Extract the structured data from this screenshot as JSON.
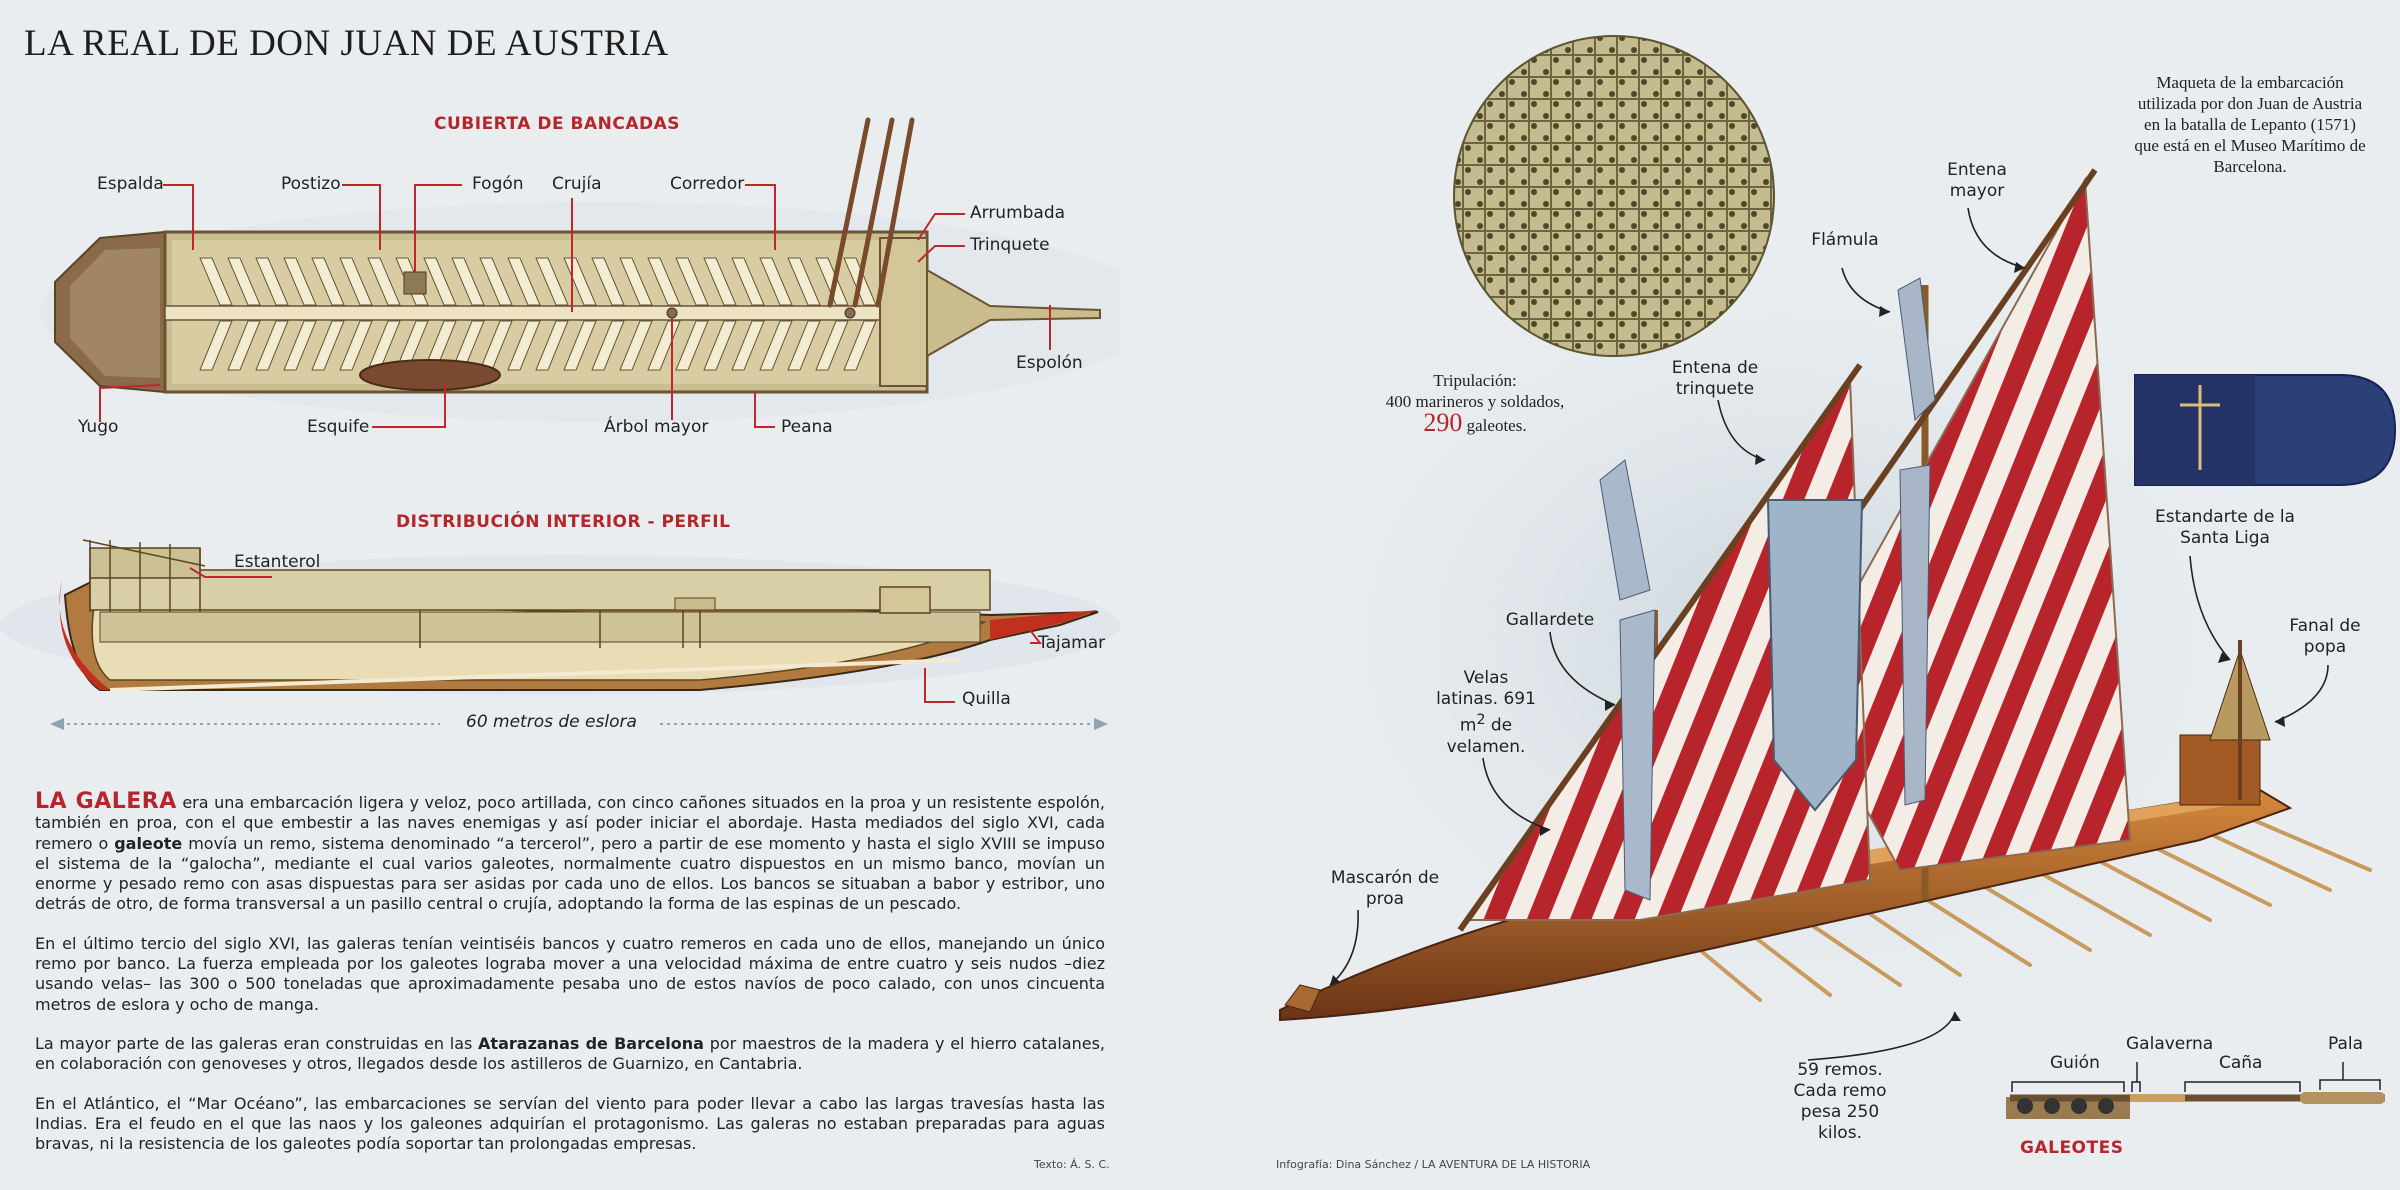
{
  "title": "LA REAL DE DON JUAN DE AUSTRIA",
  "deck": {
    "title": "CUBIERTA DE BANCADAS",
    "labels": {
      "espalda": "Espalda",
      "postizo": "Postizo",
      "fogon": "Fogón",
      "crujia": "Crujía",
      "corredor": "Corredor",
      "arrumbada": "Arrumbada",
      "trinquete": "Trinquete",
      "espolon": "Espolón",
      "yugo": "Yugo",
      "esquife": "Esquife",
      "arbol_mayor": "Árbol mayor",
      "peana": "Peana"
    }
  },
  "profile": {
    "title": "DISTRIBUCIÓN INTERIOR - PERFIL",
    "labels": {
      "estanterol": "Estanterol",
      "tajamar": "Tajamar",
      "quilla": "Quilla"
    },
    "length_label": "60 metros de eslora"
  },
  "text": {
    "lead": "LA GALERA",
    "p1a": " era una embarcación ligera y veloz, poco artillada, con cinco cañones situados en la proa y un resistente espolón, también en proa, con el que embestir a las naves enemigas y así poder iniciar el abordaje. Hasta mediados del siglo XVI, cada remero o ",
    "p1b": "galeote",
    "p1c": " movía un remo, sistema denominado “a tercerol”, pero a partir de ese momento y hasta el siglo XVIII se impuso el sistema de la “galocha”, mediante el cual varios galeotes, normalmente cuatro dispuestos en un mismo banco, movían un enorme y pesado remo con asas dispuestas para ser asidas por cada uno de ellos. Los bancos se situaban a babor y estribor, uno detrás de otro, de forma transversal a un pasillo central o crujía, adoptando la forma de las espinas de un pescado.",
    "p2": "En el último tercio del siglo XVI, las galeras tenían veintiséis bancos y cuatro remeros en cada uno de ellos, manejando un único remo por banco. La fuerza empleada por los galeotes lograba mover a una velocidad máxima de entre cuatro y seis nudos –diez usando velas– las 300 o 500 toneladas que aproximadamente pesaba uno de estos navíos de poco calado, con unos cincuenta metros de eslora y ocho de manga.",
    "p3a": "La mayor parte de las galeras eran construidas en las ",
    "p3b": "Atarazanas de Barcelona",
    "p3c": " por maestros de la madera y el hierro catalanes, en colaboración con genoveses y otros, llegados desde los astilleros de Guarnizo, en Cantabria.",
    "p4": "En el Atlántico, el “Mar Océano”, las embarcaciones se servían del viento para poder llevar a cabo las largas travesías hasta las Indias. Era el feudo en el que las naos y los galeones adquirían el protagonismo. Las galeras no estaban preparadas para aguas bravas, ni la resistencia de los galeotes podía soportar tan prolongadas empresas."
  },
  "credits": {
    "text": "Texto: Á. S. C.",
    "infographic": "Infografía: Dina Sánchez / LA AVENTURA DE LA HISTORIA"
  },
  "crew": {
    "line1": "Tripulación:",
    "line2": "400 marineros y soldados,",
    "number": "290",
    "line3": " galeotes."
  },
  "model_note": "Maqueta de la embarcación utilizada por don Juan de Austria en la batalla de Lepanto (1571) que está en el Museo Marítimo de Barcelona.",
  "ship_labels": {
    "entena_mayor": "Entena mayor",
    "flamula": "Flámula",
    "entena_trinquete": "Entena de trinquete",
    "estandarte": "Estandarte de la Santa Liga",
    "gallardete": "Gallardete",
    "velas_a": "Velas latinas. 691 m",
    "velas_sup": "2",
    "velas_b": " de velamen.",
    "fanal": "Fanal de popa",
    "mascaron": "Mascarón de proa",
    "remos": "59 remos. Cada remo pesa 250 kilos."
  },
  "oar": {
    "title": "GALEOTES",
    "guion": "Guión",
    "galaverna": "Galaverna",
    "cana": "Caña",
    "pala": "Pala"
  },
  "colors": {
    "accent": "#b5262b",
    "background": "#e9edf0",
    "wood": "#c8b98a",
    "hull": "#8a6a3a"
  }
}
